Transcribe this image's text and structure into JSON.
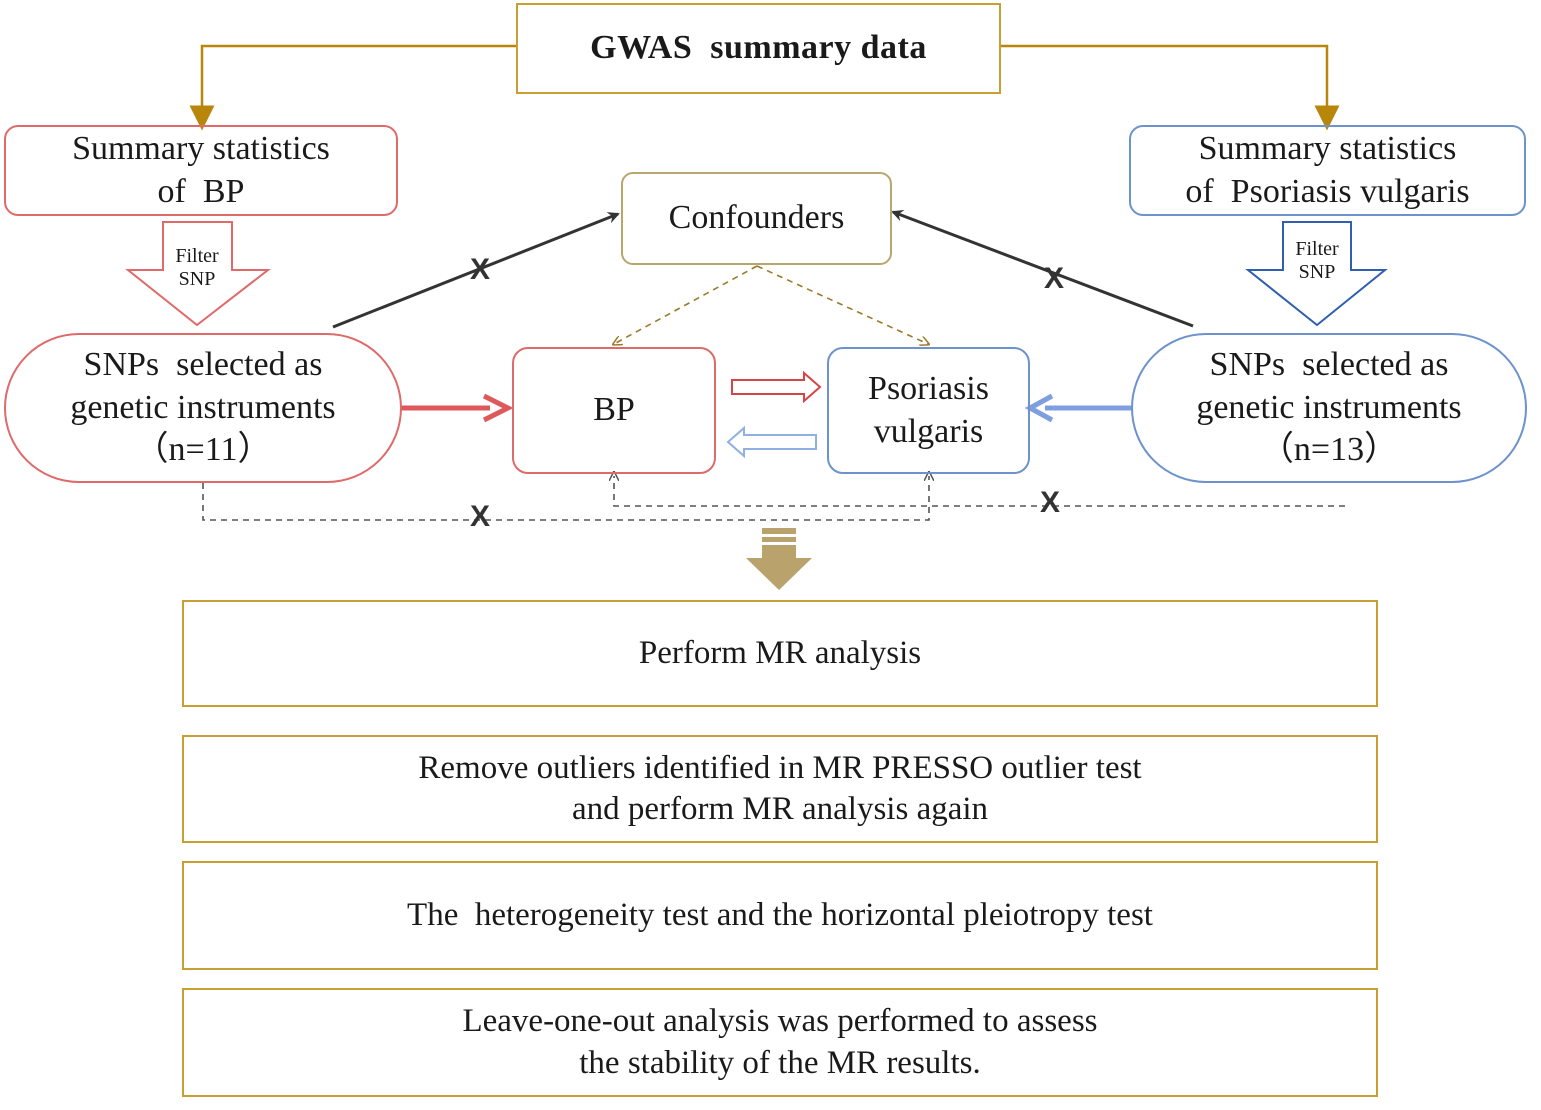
{
  "source": {
    "title": "GWAS  summary data"
  },
  "left_stats": {
    "line1": "Summary statistics",
    "line2": "of  BP"
  },
  "right_stats": {
    "line1": "Summary statistics",
    "line2": "of  Psoriasis vulgaris"
  },
  "filter_left": {
    "line1": "Filter",
    "line2": "SNP"
  },
  "filter_right": {
    "line1": "Filter",
    "line2": "SNP"
  },
  "confounders": {
    "label": "Confounders"
  },
  "left_snps": {
    "line1": "SNPs  selected as",
    "line2": "genetic instruments",
    "line3": "（n=11）"
  },
  "right_snps": {
    "line1": "SNPs  selected as",
    "line2": "genetic instruments",
    "line3": "（n=13）"
  },
  "exposure": {
    "label": "BP"
  },
  "outcome": {
    "line1": "Psoriasis",
    "line2": "vulgaris"
  },
  "marks": {
    "x1": "X",
    "x2": "X",
    "x3": "X",
    "x4": "X"
  },
  "steps": [
    {
      "line1": "Perform MR analysis",
      "line2": ""
    },
    {
      "line1": "Remove outliers identified in MR PRESSO outlier test",
      "line2": "and perform MR analysis again"
    },
    {
      "line1": "The  heterogeneity test and the horizontal pleiotropy test",
      "line2": ""
    },
    {
      "line1": "Leave-one-out analysis was performed to assess",
      "line2": "the stability of the MR results."
    }
  ],
  "colors": {
    "gold": "#c8a032",
    "red": "#de6a6a",
    "blue": "#6d92cc",
    "tan": "#b7a66e",
    "dark": "#333333"
  }
}
